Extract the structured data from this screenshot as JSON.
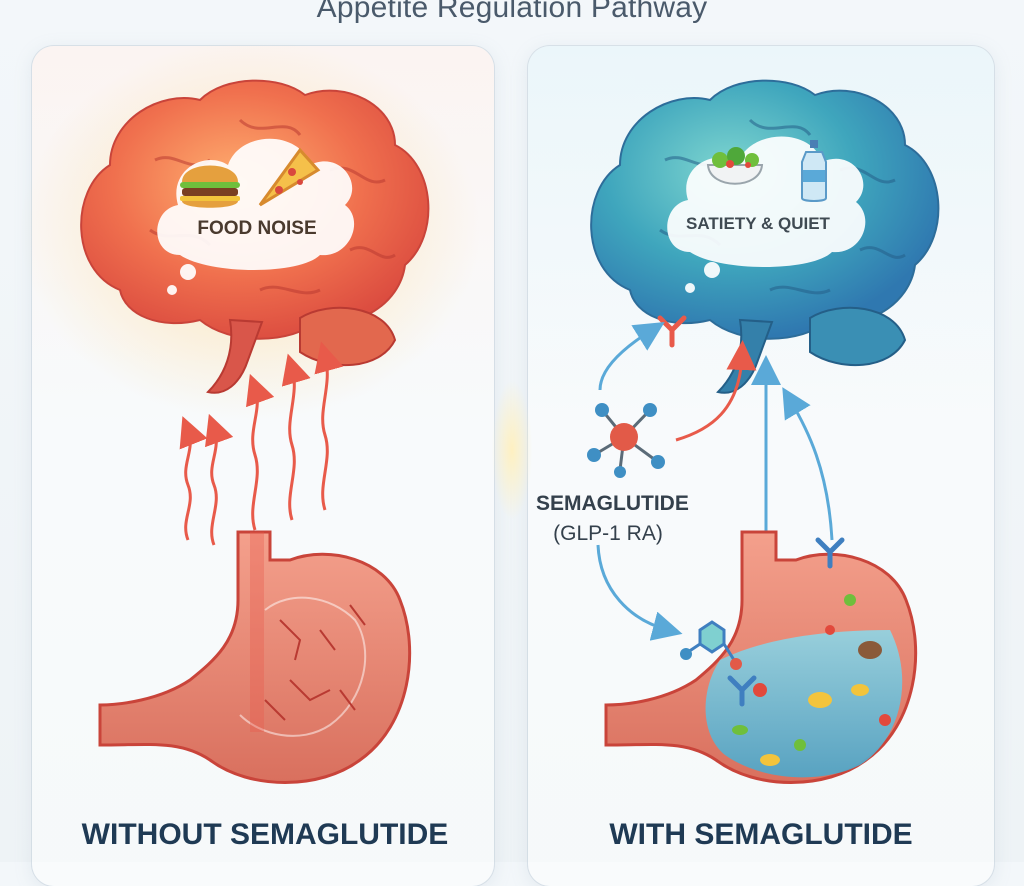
{
  "title": "Appetite Regulation Pathway",
  "left_panel": {
    "thought_label": "FOOD NOISE",
    "caption": "WITHOUT SEMAGLUTIDE"
  },
  "right_panel": {
    "thought_label": "SATIETY & QUIET",
    "drug_name": "SEMAGLUTIDE",
    "drug_class": "(GLP-1 RA)",
    "caption": "WITH SEMAGLUTIDE"
  },
  "colors": {
    "hungry_brain": "#ee6a52",
    "calm_brain": "#3fa6bd",
    "signal_red": "#e85a4a",
    "signal_blue": "#5aa9d8",
    "caption_navy": "#1f3a54"
  },
  "icons": [
    "burger-icon",
    "pizza-icon",
    "salad-icon",
    "water-bottle-icon",
    "molecule-icon",
    "receptor-icon"
  ]
}
